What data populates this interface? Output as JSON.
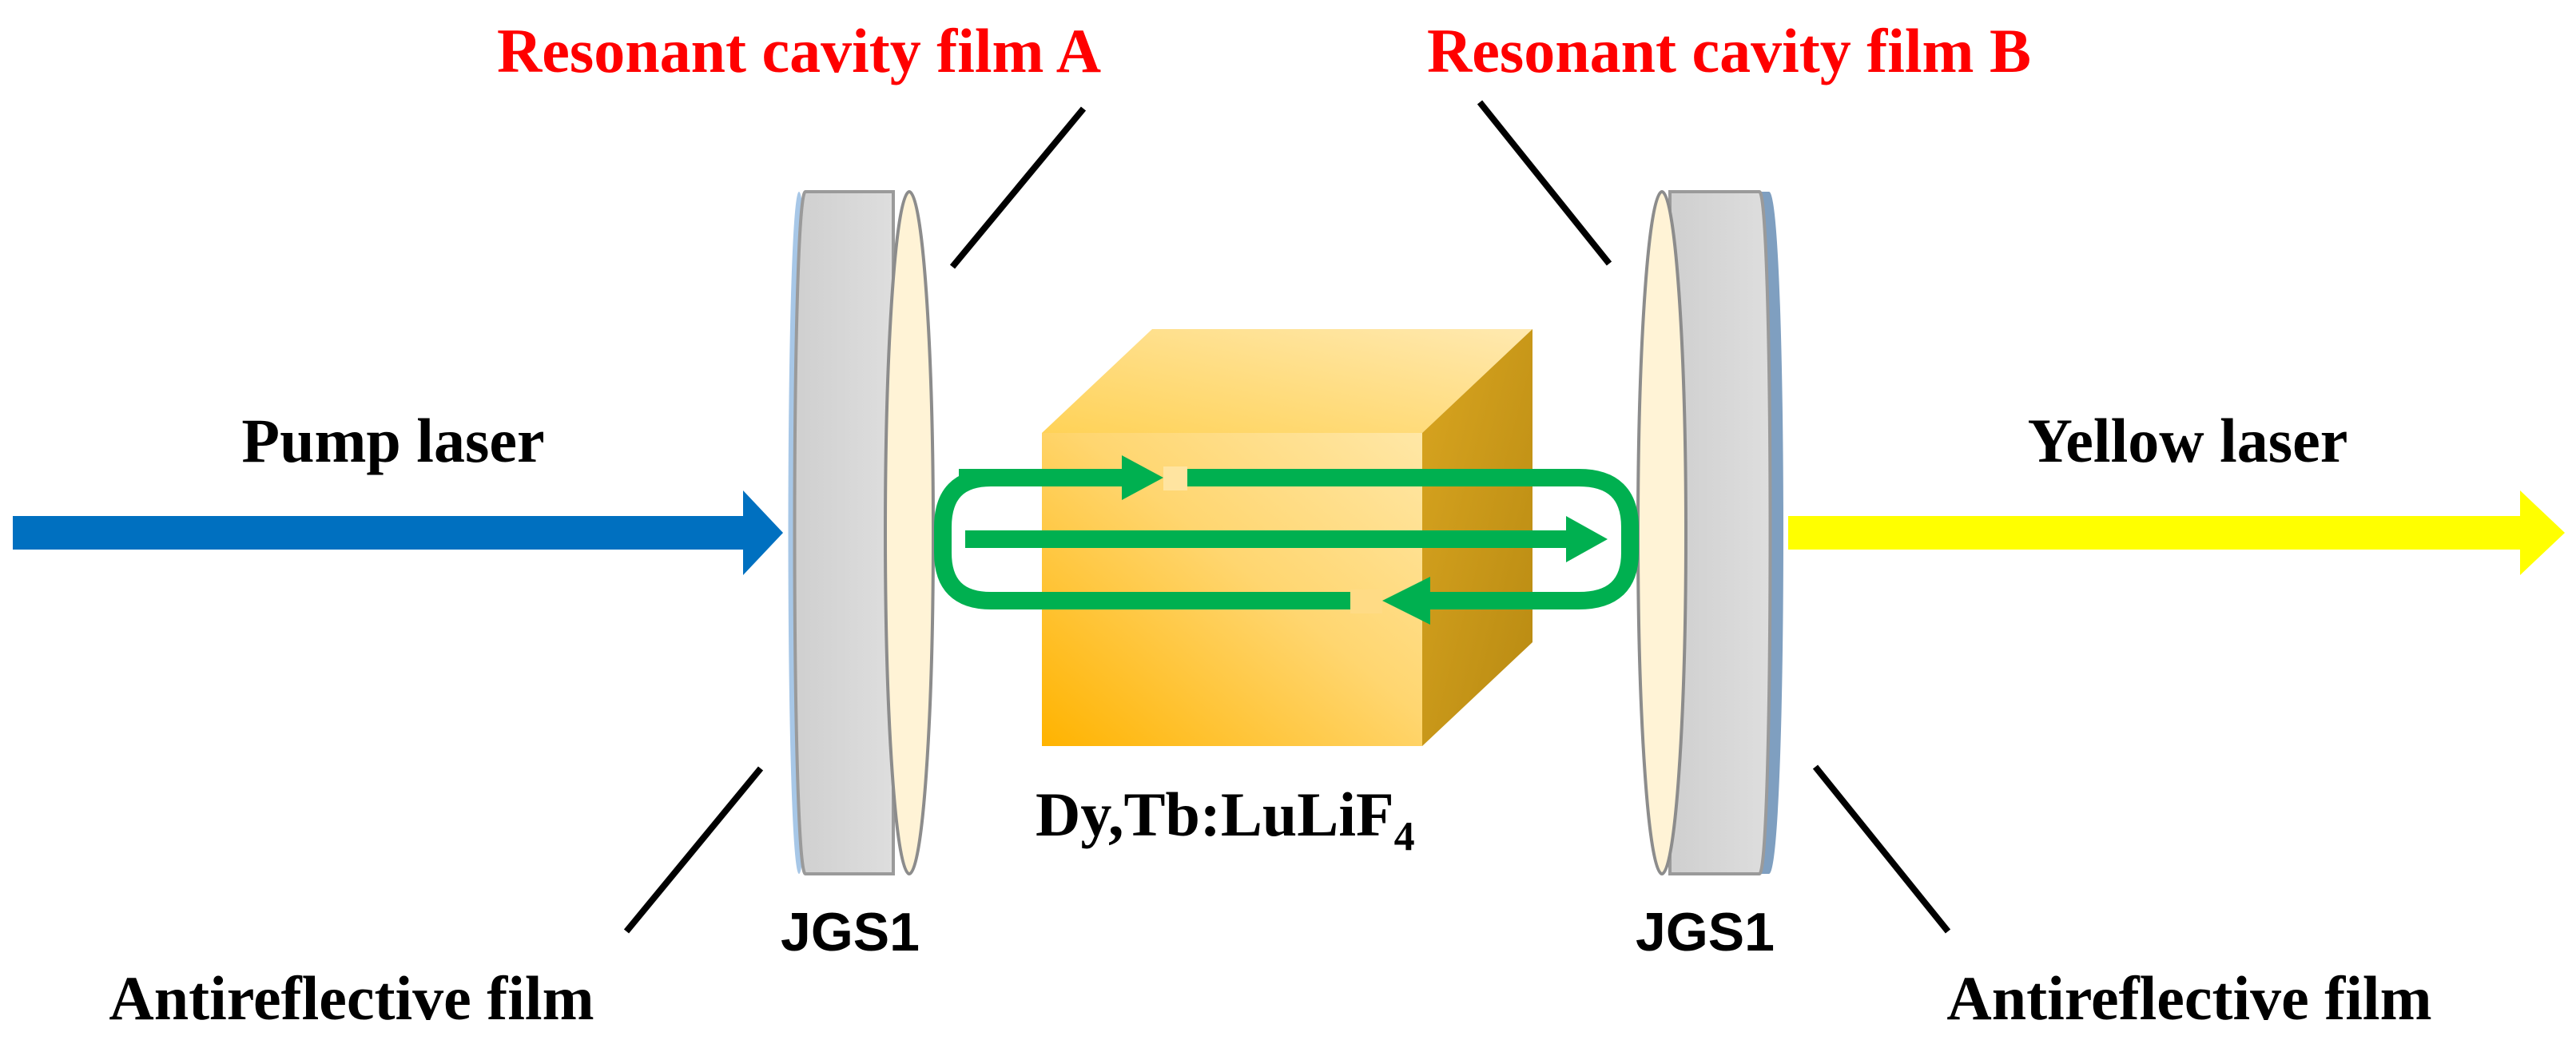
{
  "labels": {
    "film_a": "Resonant cavity film A",
    "film_b": "Resonant cavity film B",
    "pump": "Pump laser",
    "yellow": "Yellow laser",
    "crystal_main": "Dy,Tb:LuLiF",
    "crystal_sub": "4",
    "jgs_left": "JGS1",
    "jgs_right": "JGS1",
    "ar_left": "Antireflective film",
    "ar_right": "Antireflective film"
  },
  "colors": {
    "pump_beam": "#0070c0",
    "yellow_beam": "#ffff00",
    "cavity_arrows": "#00b050",
    "film_labels": "#ff0000",
    "crystal": "#ffc000"
  }
}
